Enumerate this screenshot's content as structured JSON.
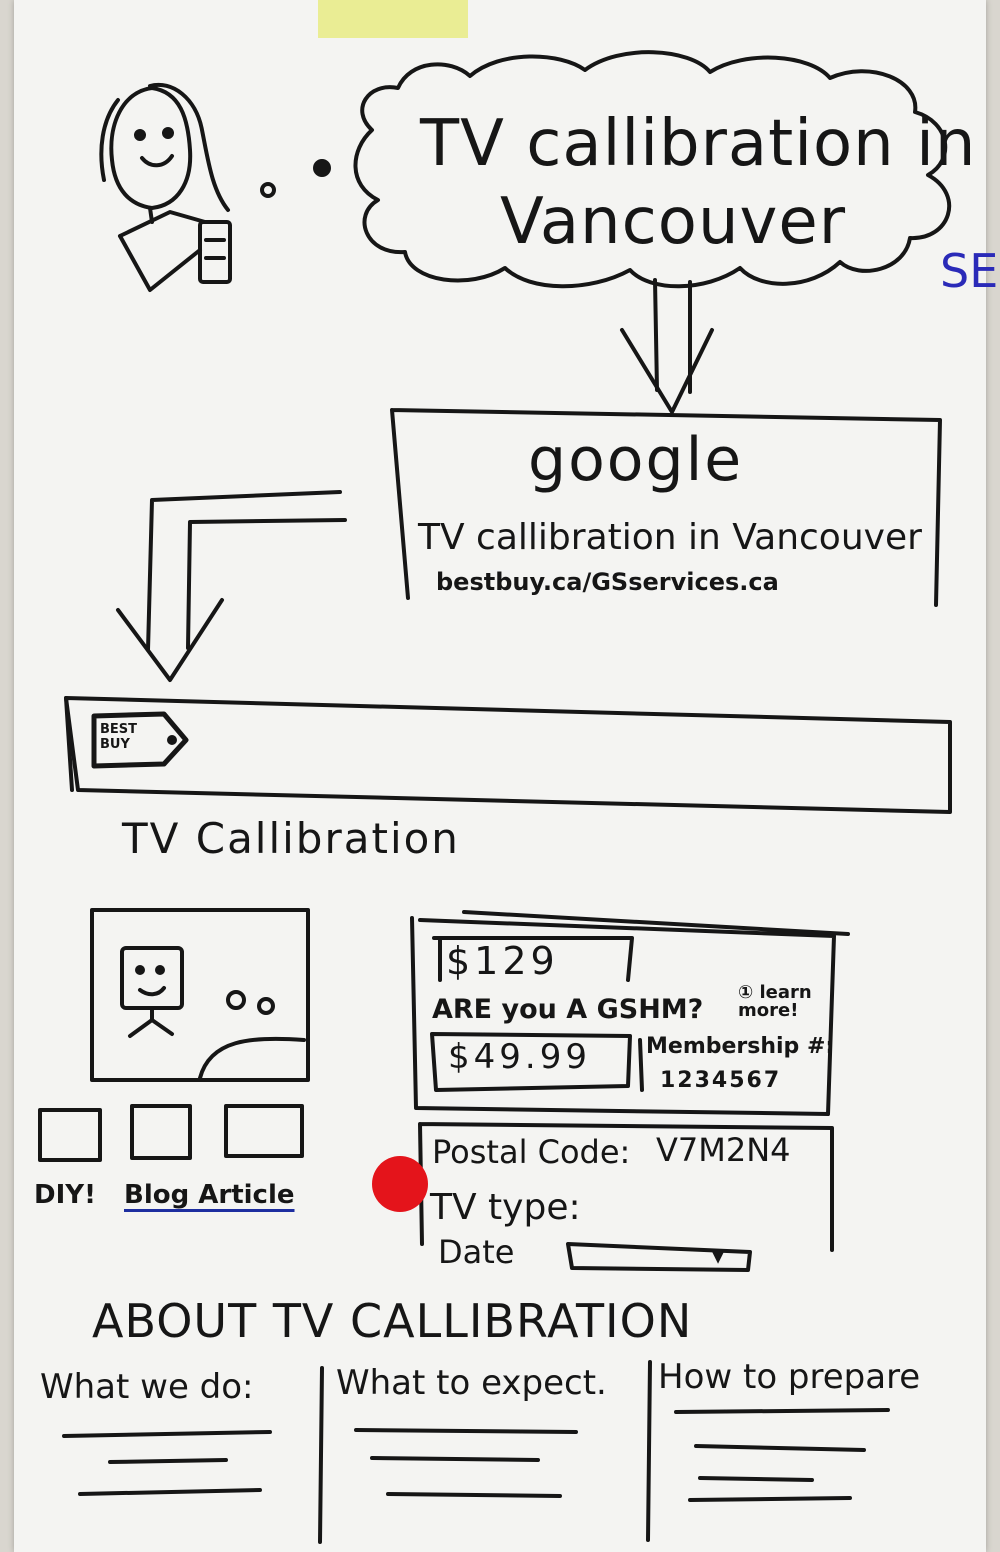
{
  "search_bubble": {
    "line1": "TV callibration in",
    "line2": "Vancouver"
  },
  "side_note": "SEO",
  "search_result": {
    "engine": "google",
    "query": "TV callibration in Vancouver",
    "urls": "bestbuy.ca/GSservices.ca"
  },
  "header": {
    "logo_text": "BEST BUY"
  },
  "page_title": "TV Callibration",
  "media": {
    "thumbnail_count": 3,
    "diy_label": "DIY!",
    "blog_link": "Blog Article"
  },
  "pricing": {
    "price": "$129",
    "member_question": "ARE you A GSHM?",
    "learn_more": "① learn more!",
    "member_price": "$49.99",
    "membership_label": "Membership #:",
    "membership_number": "1234567"
  },
  "booking": {
    "postal_code_label": "Postal Code:",
    "postal_code_value": "V7M2N4",
    "tv_type_label": "TV type:",
    "date_label": "Date"
  },
  "about": {
    "title": "ABOUT TV CALLIBRATION",
    "columns": [
      {
        "heading": "What we do:"
      },
      {
        "heading": "What to expect."
      },
      {
        "heading": "How to prepare"
      }
    ]
  },
  "colors": {
    "ink": "#161616",
    "seo_blue": "#2a2ab8",
    "marker_red": "#e4141b",
    "tape": "#e8ec8c",
    "link_underline": "#1d2ea0"
  },
  "icons": [
    "person-sketch",
    "cloud-bubble",
    "down-arrow",
    "tv-character-icon",
    "red-dot-marker"
  ]
}
